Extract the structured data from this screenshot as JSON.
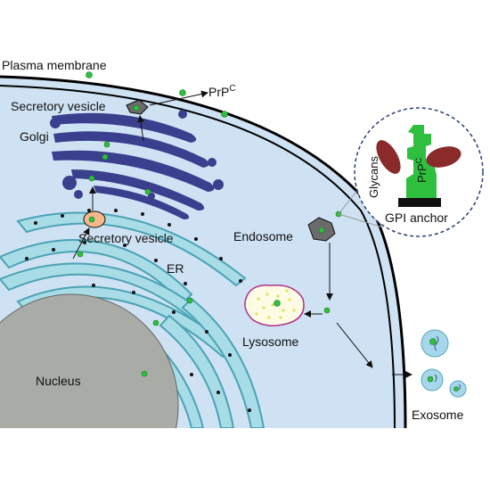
{
  "labels": {
    "plasma_membrane": "Plasma membrane",
    "prpc_main": "PrP",
    "prpc_main_sup": "C",
    "secretory_vesicle_top": "Secretory vesicle",
    "golgi": "Golgi",
    "secretory_vesicle_mid": "Secretory vesicle",
    "er": "ER",
    "nucleus": "Nucleus",
    "endosome": "Endosome",
    "lysosome": "Lysosome",
    "exosome": "Exosome",
    "glycans": "Glycans",
    "prpc_inset": "PrP",
    "prpc_inset_sup": "C",
    "gpi_anchor": "GPI anchor"
  },
  "colors": {
    "cytoplasm": "#cfe2f3",
    "membrane": "#000000",
    "prpc_dot": "#2fbf3f",
    "golgi": "#3a3f8e",
    "er_fill": "#a8dce6",
    "er_stroke": "#4aa3b5",
    "nucleus": "#a9aca6",
    "vesicle_orange": "#f5b88a",
    "endosome": "#6b6b6b",
    "lysosome_outline": "#b0308c",
    "lysosome_dots": "#e5e060",
    "exosome": "#a7d7ea",
    "glycan": "#8b2a2a",
    "gpi": "#111111"
  }
}
